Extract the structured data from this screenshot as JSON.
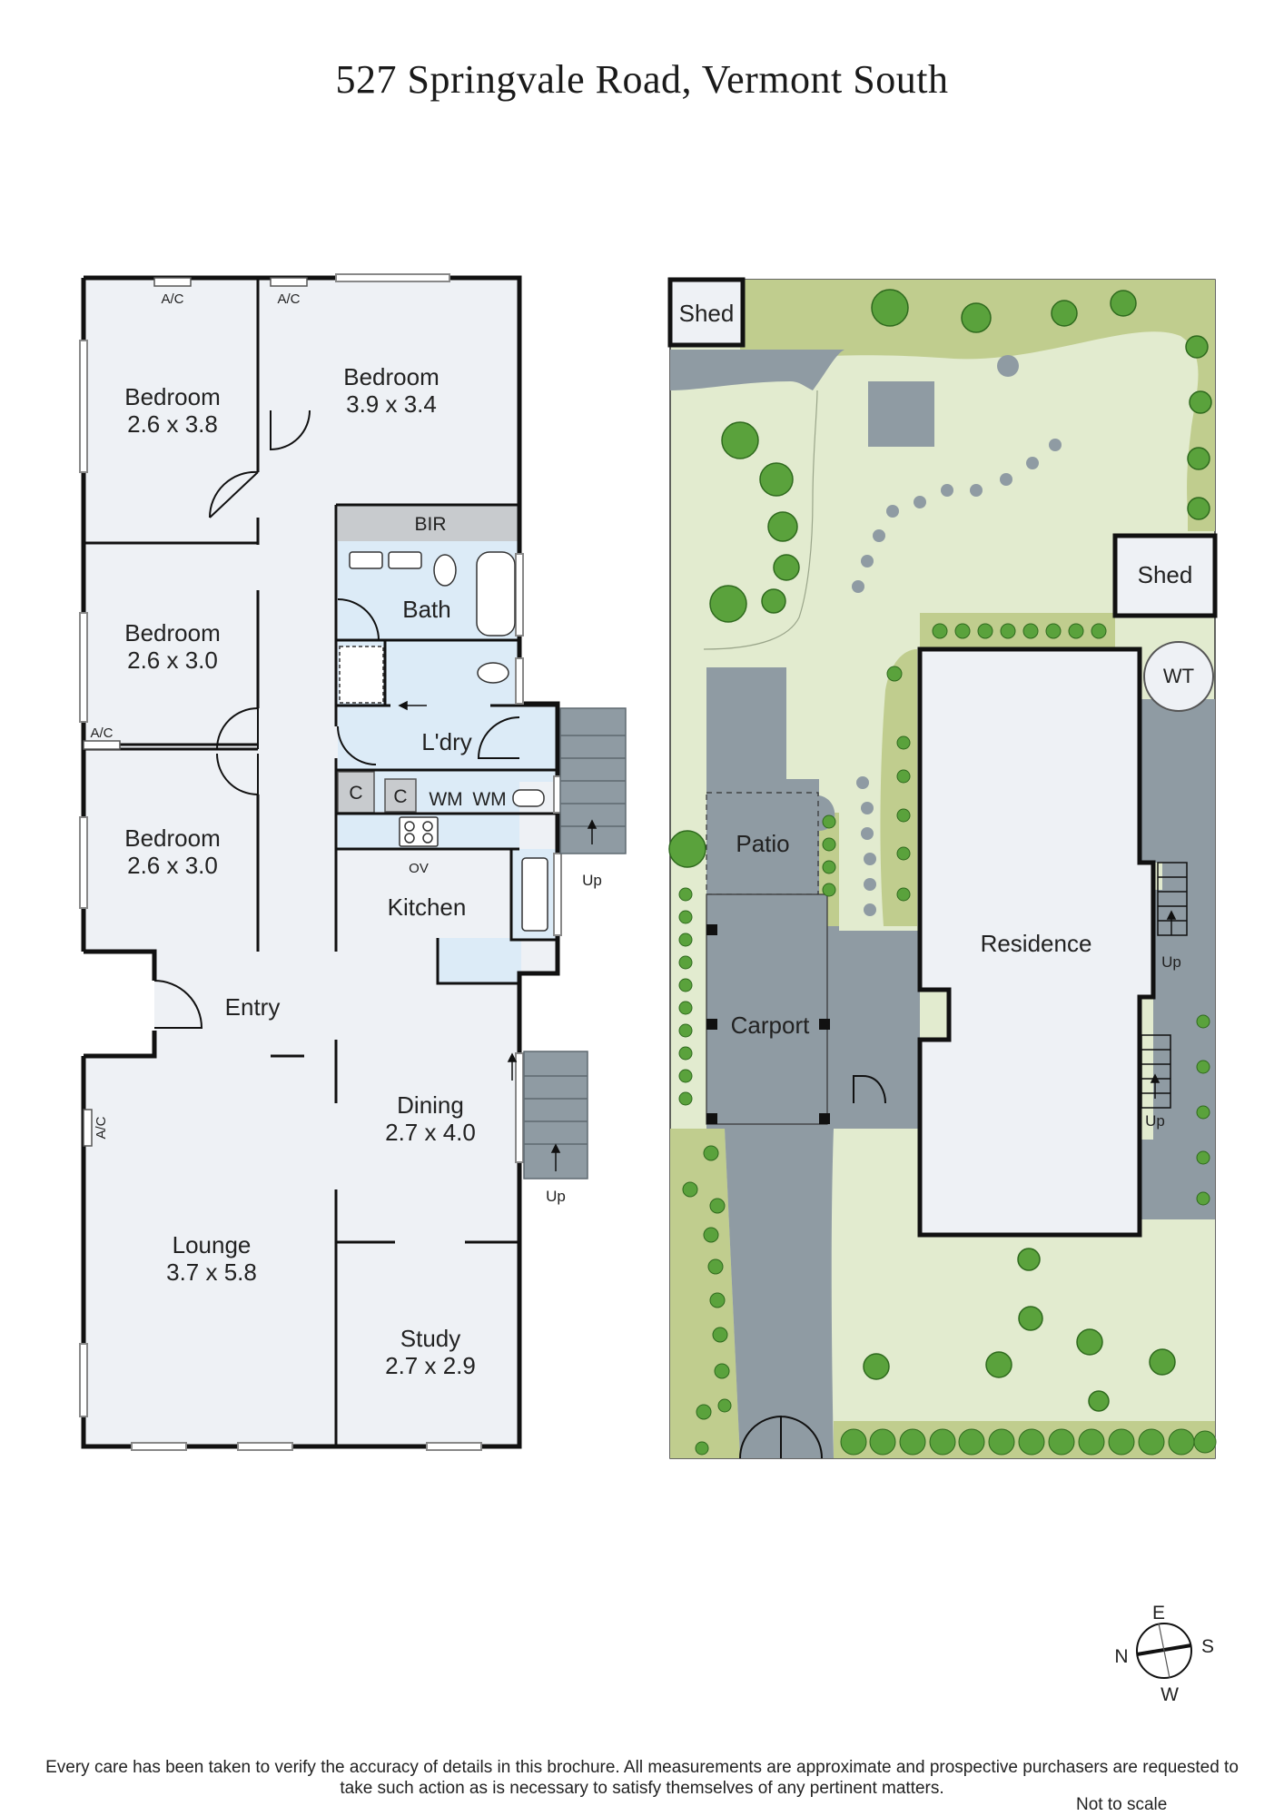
{
  "title": "527 Springvale Road, Vermont South",
  "floor_plan": {
    "rooms": [
      {
        "name": "Bedroom",
        "dims": "2.6 x 3.8"
      },
      {
        "name": "Bedroom",
        "dims": "3.9 x 3.4"
      },
      {
        "name": "Bedroom",
        "dims": "2.6 x 3.0"
      },
      {
        "name": "Bedroom",
        "dims": "2.6 x 3.0"
      },
      {
        "name": "Dining",
        "dims": "2.7 x 4.0"
      },
      {
        "name": "Lounge",
        "dims": "3.7 x 5.8"
      },
      {
        "name": "Study",
        "dims": "2.7 x 2.9"
      }
    ],
    "labels": {
      "bir": "BIR",
      "bath": "Bath",
      "laundry": "L'dry",
      "kitchen": "Kitchen",
      "entry": "Entry",
      "cupboard": "C",
      "washing_machine": "WM",
      "oven": "OV",
      "aircon": "A/C",
      "up": "Up"
    }
  },
  "site_plan": {
    "labels": {
      "shed": "Shed",
      "water_tank": "WT",
      "patio": "Patio",
      "carport": "Carport",
      "residence": "Residence",
      "up": "Up"
    }
  },
  "compass": {
    "north": "N",
    "east": "E",
    "south": "S",
    "west": "W"
  },
  "disclaimer": "Every care has been taken to verify the accuracy of details in this brochure. All measurements are approximate and prospective purchasers are requested to take such action as is necessary to satisfy themselves of any pertinent matters.",
  "scale_note": "Not to scale",
  "colors": {
    "wall": "#111111",
    "floor": "#eef1f5",
    "wet_area": "#dcebf7",
    "paving": "#8f9ba3",
    "lawn": "#e2ebcf",
    "garden_bed": "#c0cd8e",
    "built_in": "#c8cbce",
    "tree": "#5aa23c"
  }
}
